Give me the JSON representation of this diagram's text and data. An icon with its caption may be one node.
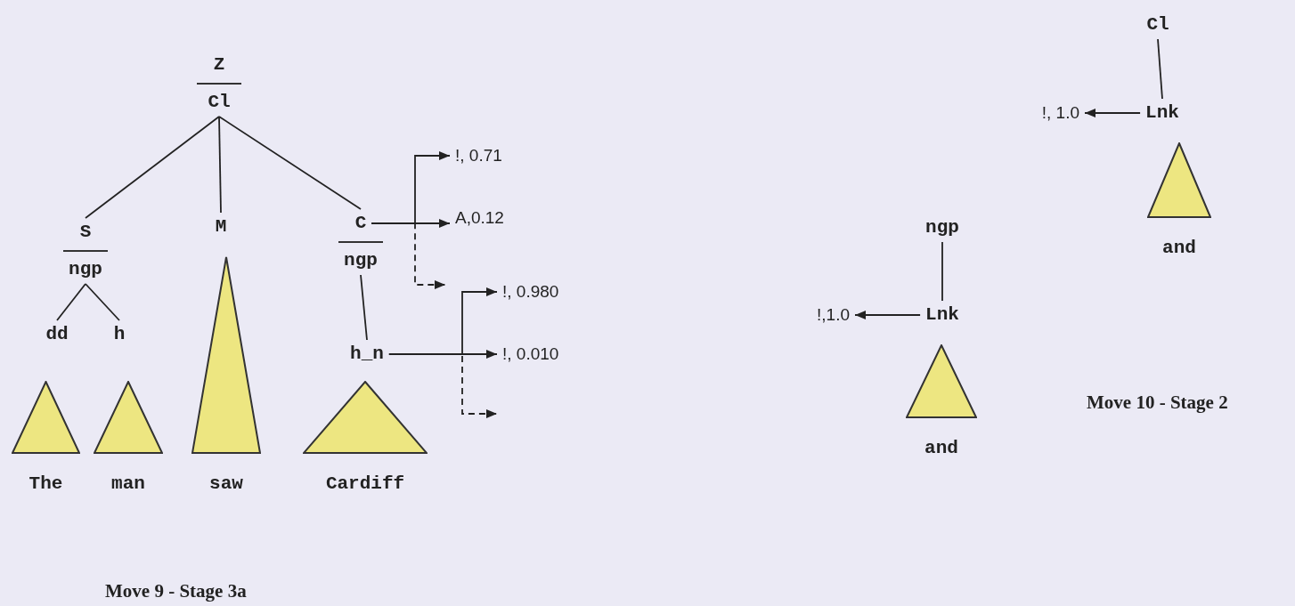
{
  "diagram": {
    "nodes": [
      {
        "text": [
          "Z",
          "Cl"
        ]
      },
      {
        "text": [
          "S",
          "ngp"
        ]
      },
      {
        "text": [
          "M"
        ]
      },
      {
        "text": [
          "C",
          "ngp"
        ]
      },
      {
        "text": [
          "!, 0.71"
        ]
      },
      {
        "text": [
          "A,0.12"
        ]
      },
      {
        "text": [
          "!, 0.980"
        ]
      },
      {
        "text": [
          "dd"
        ]
      },
      {
        "text": [
          "h"
        ]
      },
      {
        "text": [
          "h_n"
        ]
      },
      {
        "text": [
          "!, 0.010"
        ]
      },
      {
        "text": [
          "The"
        ]
      },
      {
        "text": [
          "man"
        ]
      },
      {
        "text": [
          "saw"
        ]
      },
      {
        "text": [
          "Cardiff"
        ]
      },
      {
        "text": [
          "Cl"
        ]
      },
      {
        "text": [
          "!, 1.0"
        ]
      },
      {
        "text": [
          "Lnk"
        ]
      },
      {
        "text": [
          "and"
        ]
      },
      {
        "text": [
          "ngp"
        ]
      },
      {
        "text": [
          "!,1.0"
        ]
      },
      {
        "text": [
          "Lnk"
        ]
      },
      {
        "text": [
          "and"
        ]
      }
    ],
    "edges": [
      {
        "from": 0,
        "to": 1,
        "arrow": "none"
      },
      {
        "from": 0,
        "to": 2,
        "arrow": "none"
      },
      {
        "from": 0,
        "to": 3,
        "arrow": "none"
      },
      {
        "from": 3,
        "to": 4,
        "arrow": "to"
      },
      {
        "from": 3,
        "to": 5,
        "arrow": "to"
      },
      {
        "from": 3,
        "to": null,
        "arrow": "to",
        "style": "dashed"
      },
      {
        "from": 1,
        "to": 7,
        "arrow": "none"
      },
      {
        "from": 1,
        "to": 8,
        "arrow": "none"
      },
      {
        "from": 3,
        "to": 9,
        "arrow": "none"
      },
      {
        "from": 9,
        "to": 6,
        "arrow": "to"
      },
      {
        "from": 9,
        "to": 10,
        "arrow": "to"
      },
      {
        "from": 9,
        "to": null,
        "arrow": "to",
        "style": "dashed"
      },
      {
        "from": 15,
        "to": 17,
        "arrow": "none"
      },
      {
        "from": 17,
        "to": 16,
        "arrow": "to"
      },
      {
        "from": 19,
        "to": 21,
        "arrow": "none"
      },
      {
        "from": 21,
        "to": 20,
        "arrow": "to"
      }
    ],
    "labels": [
      "Move 10 - Stage 2",
      "Move 9 - Stage 3a"
    ]
  }
}
